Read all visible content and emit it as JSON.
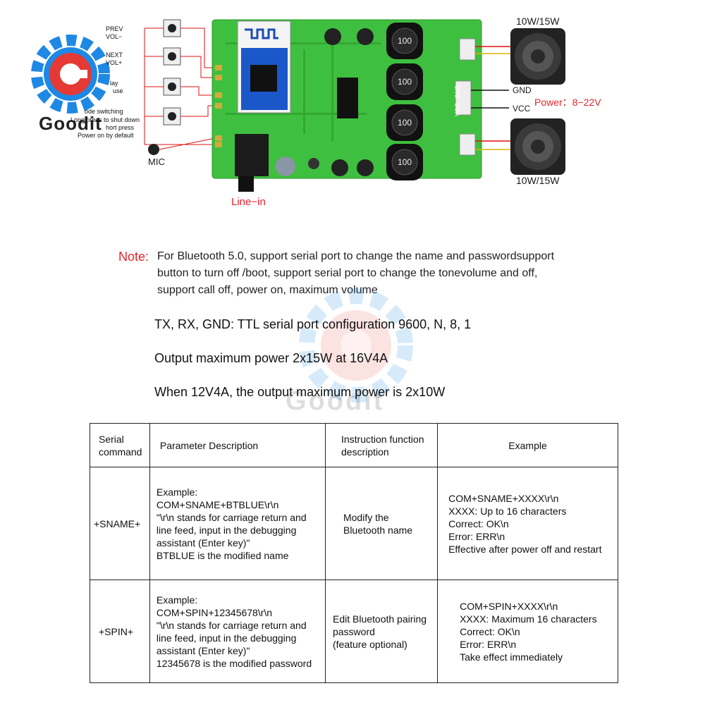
{
  "board": {
    "buttons": {
      "prev": "PREV",
      "vol_minus": "VOL−",
      "next": "NEXT",
      "vol_plus": "VOL+",
      "play": "lay",
      "pause": "use",
      "mode1": "ode switching",
      "mode2": "Long press to shut down",
      "mode3": "hort press",
      "mode4": "Power on by default"
    },
    "mic": "MIC",
    "line_in": "Line−in",
    "speaker_top": "10W/15W",
    "speaker_bottom": "10W/15W",
    "gnd": "GND",
    "vcc": "VCC",
    "power": "Power：8−22V",
    "inductor": "100",
    "pcb_gnd": "GND",
    "pcb_vcc": "VCC",
    "brand": "Goodit"
  },
  "note": {
    "label": "Note:",
    "lines": [
      "For Bluetooth 5.0, support serial port to change the name and passwordsupport",
      "button to turn off /boot, support serial port to change the tonevolume and off,",
      "support call off, power on, maximum volume"
    ]
  },
  "specs": [
    "TX, RX, GND: TTL serial port configuration 9600, N, 8, 1",
    "Output maximum power 2x15W at 16V4A",
    "When 12V4A, the output maximum power is 2x10W"
  ],
  "watermark": "Goodit",
  "table": {
    "headers": [
      "Serial\ncommand",
      "Parameter Description",
      "Instruction function\n description",
      "Example"
    ],
    "rows": [
      {
        "command": "+SNAME+",
        "param": "Example:\n COM+SNAME+BTBLUE\\r\\n\n\"\\r\\n stands for carriage return and\n line feed, input in the debugging\nassistant (Enter key)\"\nBTBLUE is the modified name",
        "func": "Modify the\nBluetooth name",
        "example": "COM+SNAME+XXXX\\r\\n\nXXXX: Up to 16 characters\nCorrect: OK\\n\nError: ERR\\n\nEffective after power off and restart"
      },
      {
        "command": "+SPIN+",
        "param": "Example:\nCOM+SPIN+12345678\\r\\n\n\"\\r\\n stands for carriage return and\n line feed, input in the debugging\n assistant (Enter key)\"\n12345678 is the modified password",
        "func": "Edit Bluetooth pairing\n password\n(feature optional)",
        "example": "COM+SPIN+XXXX\\r\\n\nXXXX: Maximum 16 characters\nCorrect: OK\\n\nError: ERR\\n\nTake effect immediately"
      }
    ]
  },
  "colors": {
    "accent_red": "#e8232a",
    "pcb_green": "#3fbf3f",
    "gear_blue": "#1e88e5"
  }
}
